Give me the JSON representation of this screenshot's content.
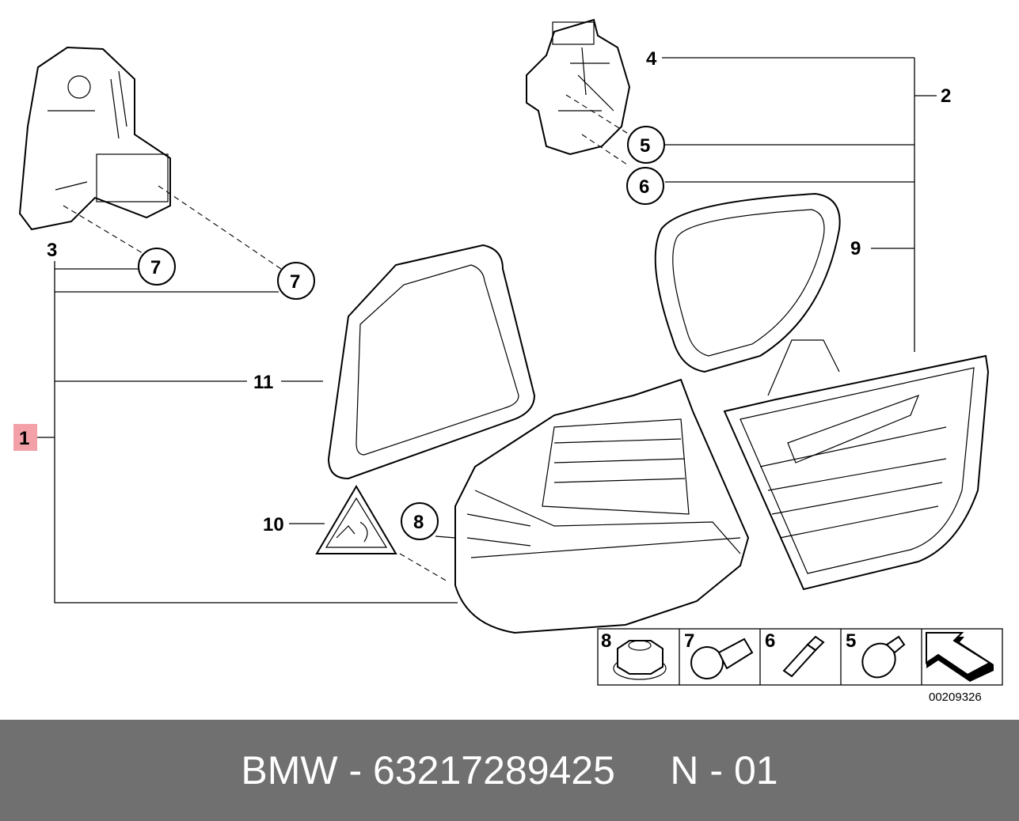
{
  "callouts": {
    "c1": "1",
    "c2": "2",
    "c3": "3",
    "c4": "4",
    "c5": "5",
    "c6": "6",
    "c7a": "7",
    "c7b": "7",
    "c8": "8",
    "c9": "9",
    "c10": "10",
    "c11": "11"
  },
  "legend": {
    "items": [
      {
        "number": "8",
        "icon": "nut-icon"
      },
      {
        "number": "7",
        "icon": "bulb-ball-icon"
      },
      {
        "number": "6",
        "icon": "bulb-small-icon"
      },
      {
        "number": "5",
        "icon": "bulb-wedge-icon"
      },
      {
        "number": "",
        "icon": "arrow-icon"
      }
    ],
    "diagram_code": "00209326"
  },
  "colors": {
    "highlight": "#f4a0a8",
    "footer_bg": "#707070"
  },
  "footer": {
    "brand": "BMW",
    "separator": " - ",
    "part_number": "63217289425",
    "suffix": "N - 01"
  }
}
